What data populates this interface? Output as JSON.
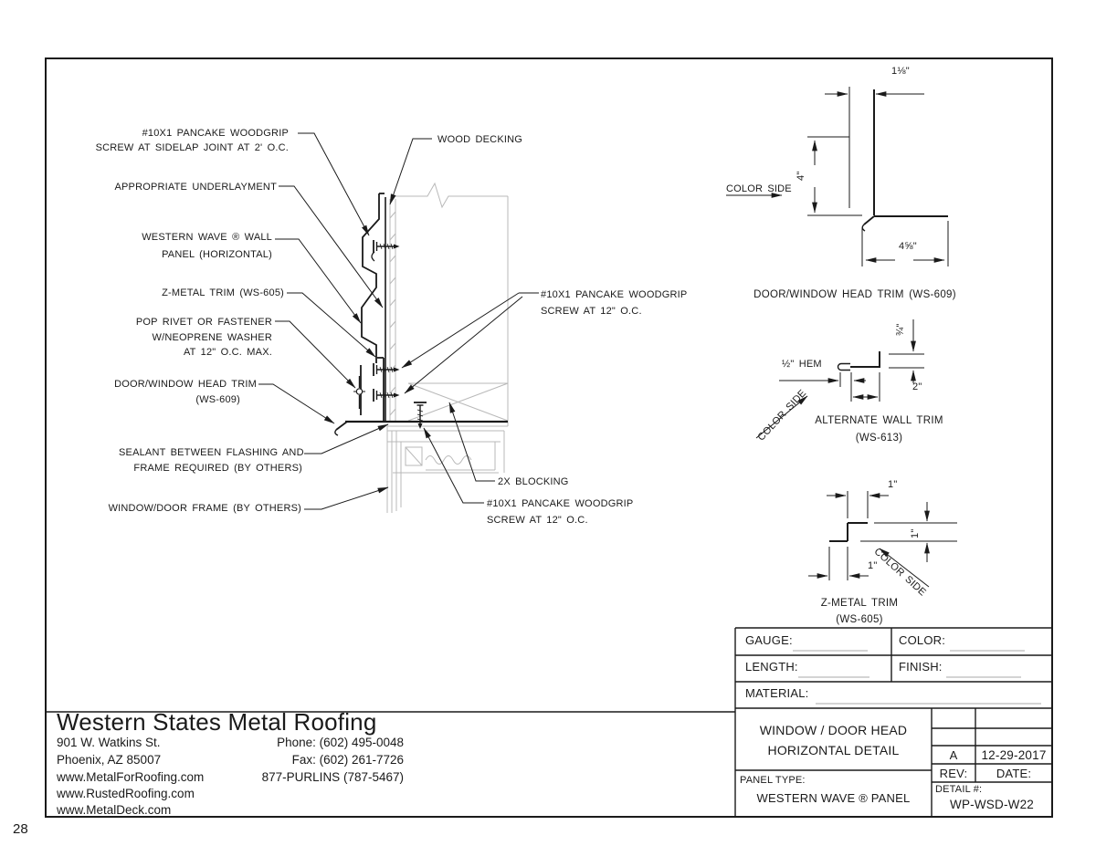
{
  "page": {
    "number": "28"
  },
  "colors": {
    "line": "#1a1a1a",
    "light_line": "#b9b9b9",
    "background": "#ffffff"
  },
  "main_detail": {
    "callouts": {
      "pancake_sidelap": [
        "#10X1 PANCAKE WOODGRIP",
        "SCREW AT SIDELAP JOINT AT 2' O.C."
      ],
      "wood_decking": "WOOD DECKING",
      "underlayment": "APPROPRIATE UNDERLAYMENT",
      "panel": [
        "WESTERN WAVE ® WALL",
        "PANEL (HORIZONTAL)"
      ],
      "z_trim": "Z-METAL TRIM (WS-605)",
      "pop_rivet": [
        "POP RIVET OR FASTENER",
        "W/NEOPRENE WASHER",
        "AT 12\" O.C. MAX."
      ],
      "head_trim": [
        "DOOR/WINDOW HEAD TRIM",
        "(WS-609)"
      ],
      "pancake_12oc_upper": [
        "#10X1 PANCAKE WOODGRIP",
        "SCREW AT 12\" O.C."
      ],
      "sealant": [
        "SEALANT BETWEEN FLASHING AND",
        "FRAME REQUIRED (BY OTHERS)"
      ],
      "frame": "WINDOW/DOOR FRAME (BY OTHERS)",
      "blocking": "2X BLOCKING",
      "pancake_12oc_lower": [
        "#10X1 PANCAKE WOODGRIP",
        "SCREW AT 12\" O.C."
      ]
    }
  },
  "profiles": {
    "head_trim": {
      "title": "DOOR/WINDOW HEAD TRIM (WS-609)",
      "dim_top": "1⅛\"",
      "dim_left": "4\"",
      "dim_bottom": "4⅝\"",
      "color_side": "COLOR SIDE"
    },
    "alt_wall_trim": {
      "title_line1": "ALTERNATE WALL TRIM",
      "title_line2": "(WS-613)",
      "dim_hem": "½\" HEM",
      "dim_right": "¾\"",
      "dim_width": "2\"",
      "color_side": "COLOR SIDE"
    },
    "z_trim": {
      "title_line1": "Z-METAL TRIM",
      "title_line2": "(WS-605)",
      "dim_top": "1\"",
      "dim_mid": "1\"",
      "dim_bottom": "1\"",
      "color_side": "COLOR SIDE"
    }
  },
  "spec_table": {
    "gauge": "GAUGE:",
    "color": "COLOR:",
    "length": "LENGTH:",
    "finish": "FINISH:",
    "material": "MATERIAL:"
  },
  "title_block": {
    "title_line1": "WINDOW / DOOR HEAD",
    "title_line2": "HORIZONTAL DETAIL",
    "rev_value": "A",
    "date_value": "12-29-2017",
    "rev_label": "REV:",
    "date_label": "DATE:",
    "panel_type_label": "PANEL TYPE:",
    "panel_type_value": "WESTERN WAVE ® PANEL",
    "detail_label": "DETAIL #:",
    "detail_value": "WP-WSD-W22"
  },
  "company": {
    "name": "Western States Metal Roofing",
    "address1": "901 W. Watkins St.",
    "address2": "Phoenix, AZ 85007",
    "web1": "www.MetalForRoofing.com",
    "web2": "www.RustedRoofing.com",
    "web3": "www.MetalDeck.com",
    "phone": "Phone: (602) 495-0048",
    "fax": "Fax: (602) 261-7726",
    "tollfree": "877-PURLINS (787-5467)"
  }
}
